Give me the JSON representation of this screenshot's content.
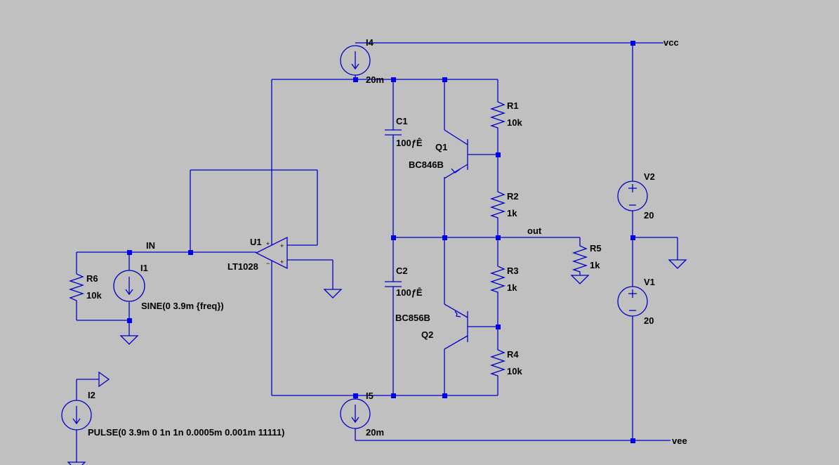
{
  "net_labels": {
    "vcc": "vcc",
    "vee": "vee",
    "in": "IN",
    "out": "out"
  },
  "components": {
    "I4": {
      "name": "I4",
      "value": "20m"
    },
    "I5": {
      "name": "I5",
      "value": "20m"
    },
    "I1": {
      "name": "I1",
      "value": "SINE(0 3.9m {freq})"
    },
    "I2": {
      "name": "I2",
      "value": "PULSE(0 3.9m 0 1n 1n 0.0005m 0.001m 11111)"
    },
    "R1": {
      "name": "R1",
      "value": "10k"
    },
    "R2": {
      "name": "R2",
      "value": "1k"
    },
    "R3": {
      "name": "R3",
      "value": "1k"
    },
    "R4": {
      "name": "R4",
      "value": "10k"
    },
    "R5": {
      "name": "R5",
      "value": "1k"
    },
    "R6": {
      "name": "R6",
      "value": "10k"
    },
    "C1": {
      "name": "C1",
      "value": "100ƒÊ"
    },
    "C2": {
      "name": "C2",
      "value": "100ƒÊ"
    },
    "Q1": {
      "name": "Q1",
      "value": "BC846B"
    },
    "Q2": {
      "name": "Q2",
      "value": "BC856B"
    },
    "U1": {
      "name": "U1",
      "value": "LT1028"
    },
    "V1": {
      "name": "V1",
      "value": "20"
    },
    "V2": {
      "name": "V2",
      "value": "20"
    }
  },
  "opamp_pins": {
    "plus": "+",
    "minus": "−",
    "vplus": "+",
    "vminus": "−"
  },
  "colors": {
    "background": "#c0c0c0",
    "wire": "#0000c8",
    "junction": "#0000ee",
    "text": "#000000"
  }
}
